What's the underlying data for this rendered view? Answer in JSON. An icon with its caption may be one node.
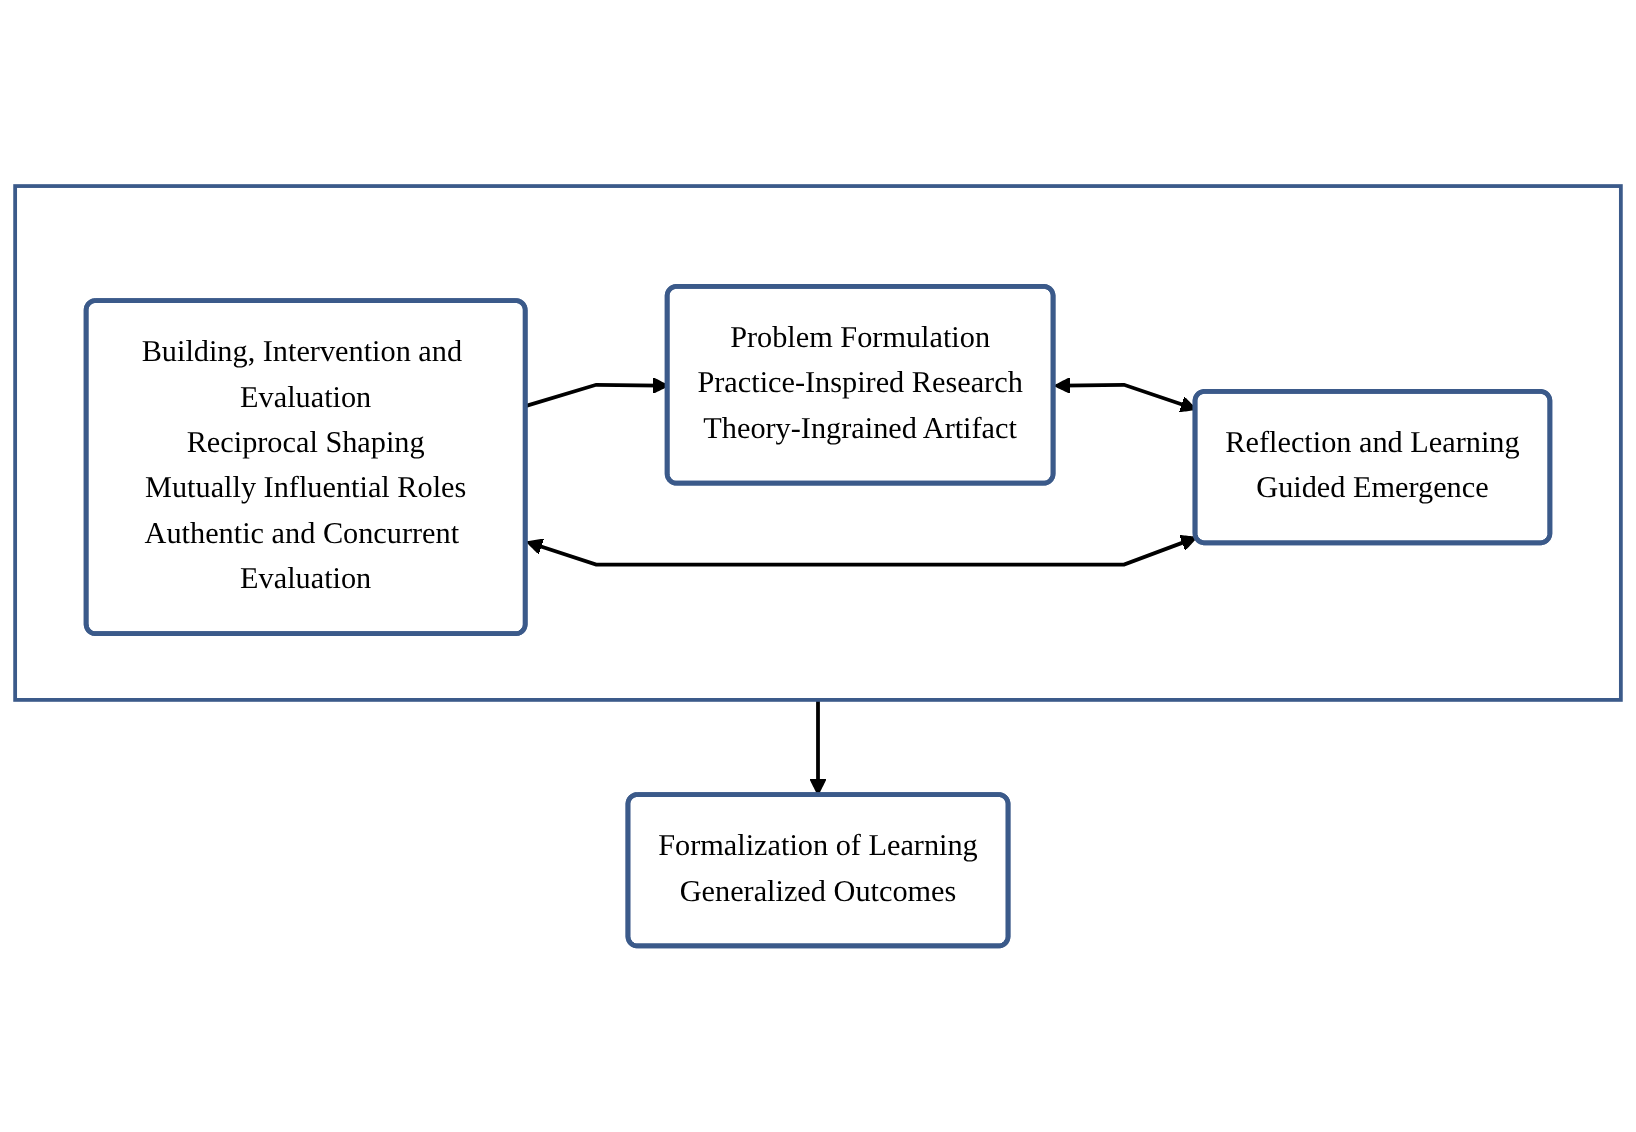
{
  "diagram": {
    "nodes": [
      {
        "text": [],
        "shape": "box"
      },
      {
        "text": [
          "Problem Formulation",
          "Practice-Inspired Research",
          "Theory-Ingrained Artifact"
        ],
        "in": 0
      },
      {
        "text": [
          "Reflection and Learning",
          "Guided Emergence"
        ],
        "in": 0
      },
      {
        "text": [
          "Building, Intervention and Evaluation",
          "Reciprocal Shaping",
          "Mutually Influential Roles",
          "Authentic and Concurrent Evaluation"
        ],
        "in": 0
      },
      {
        "text": [
          "Formalization of Learning",
          "Generalized Outcomes"
        ]
      }
    ],
    "edges": [
      {
        "from": 1,
        "to": 2,
        "arrow": "both"
      },
      {
        "from": 3,
        "to": 2,
        "arrow": "both"
      },
      {
        "from": 3,
        "to": 1,
        "arrow": "to"
      },
      {
        "from": 0,
        "to": 4,
        "arrow": "to"
      }
    ]
  }
}
